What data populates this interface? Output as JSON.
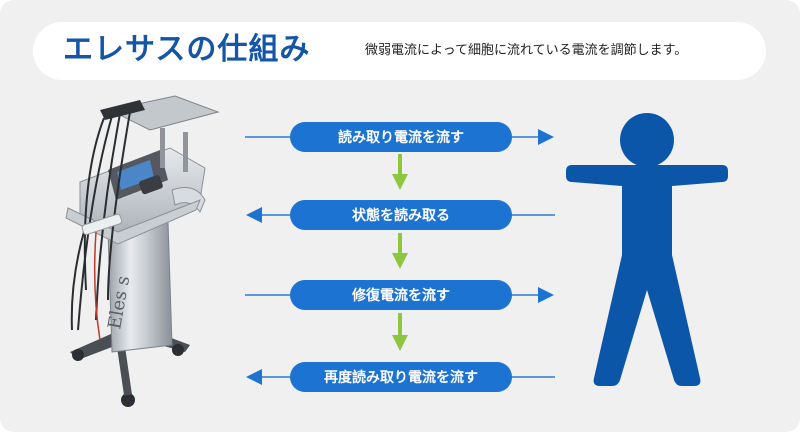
{
  "header": {
    "title": "エレサスの仕組み",
    "subtitle": "微弱電流によって細胞に流れている電流を調節します。"
  },
  "device": {
    "logo_text": "Eles s"
  },
  "flow": {
    "steps": [
      {
        "label": "読み取り電流を流す",
        "direction": "right"
      },
      {
        "label": "状態を読み取る",
        "direction": "left"
      },
      {
        "label": "修復電流を流す",
        "direction": "right"
      },
      {
        "label": "再度読み取り電流を流す",
        "direction": "left"
      }
    ]
  },
  "colors": {
    "background": "#f0f0f0",
    "title": "#1555a8",
    "pill": "#1d73d1",
    "line": "#2a78d4",
    "down_arrow": "#8dc63f",
    "figure": "#0b56a9"
  },
  "icons": {
    "figure": "human-figure-icon",
    "device": "electrotherapy-device-image"
  }
}
